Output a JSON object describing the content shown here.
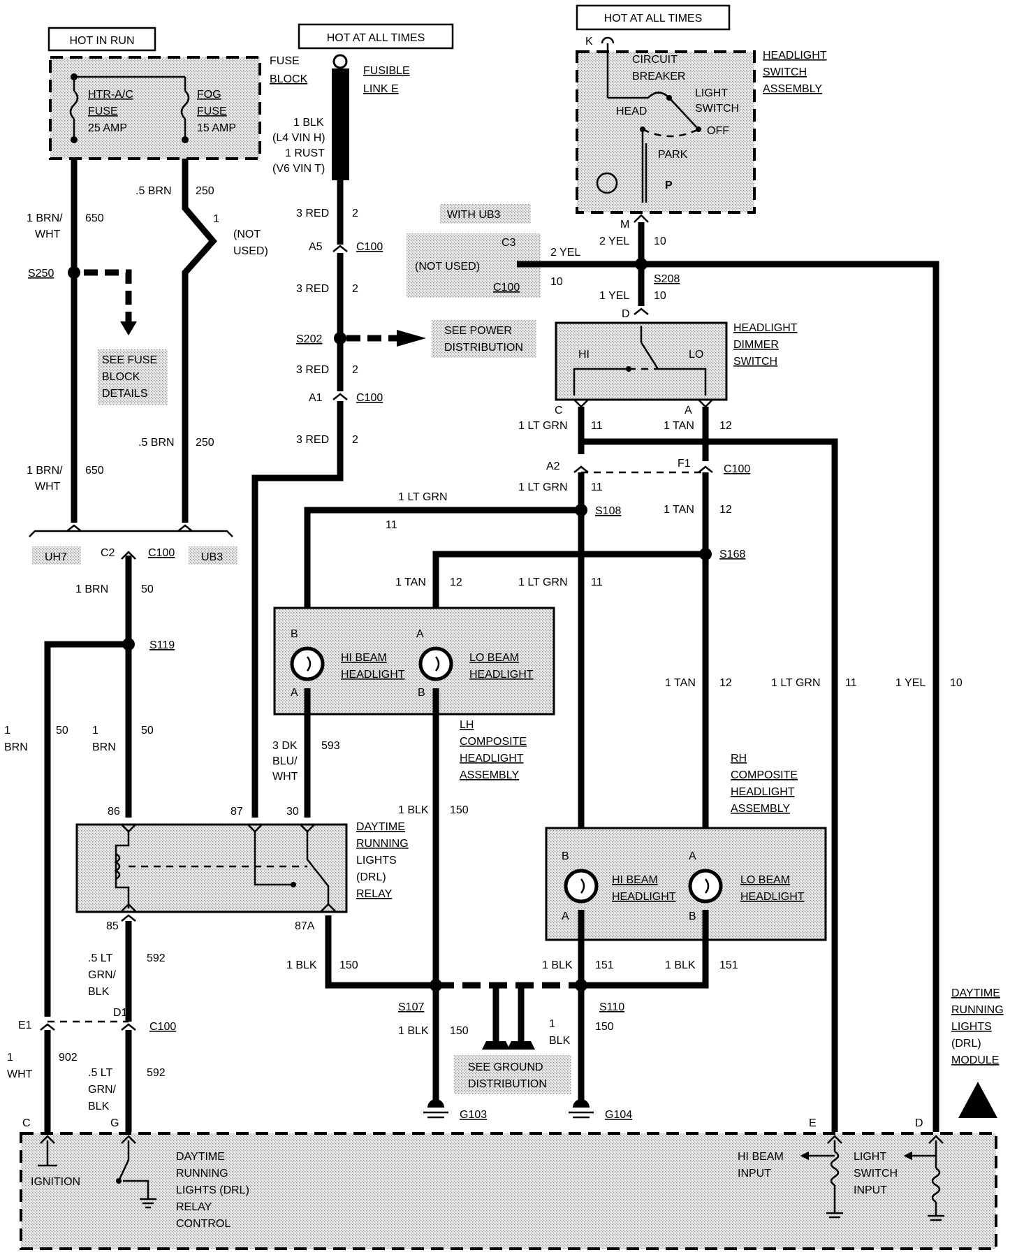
{
  "title_boxes": {
    "hot_in_run": "HOT IN RUN",
    "hot_at_all_times_left": "HOT AT ALL TIMES",
    "hot_at_all_times_right": "HOT AT ALL TIMES"
  },
  "fuse_block": {
    "label": [
      "FUSE",
      "BLOCK"
    ],
    "htr_fuse": [
      "HTR-A/C",
      "FUSE",
      "25 AMP"
    ],
    "fog_fuse": [
      "FOG",
      "FUSE",
      "15 AMP"
    ]
  },
  "fusible_link": {
    "label": [
      "FUSIBLE",
      "LINK E"
    ],
    "wire": [
      "1 BLK",
      "(L4 VIN H)",
      "1 RUST",
      "(V6 VIN T)"
    ]
  },
  "headlight_switch": {
    "label": [
      "HEADLIGHT",
      "SWITCH",
      "ASSEMBLY"
    ],
    "circuit_breaker": [
      "CIRCUIT",
      "BREAKER"
    ],
    "light_switch": [
      "LIGHT",
      "SWITCH"
    ],
    "head": "HEAD",
    "off": "OFF",
    "park": "PARK",
    "pin_k": "K",
    "pin_m": "M",
    "p_symbol": "P"
  },
  "dimmer_switch": {
    "label": [
      "HEADLIGHT",
      "DIMMER",
      "SWITCH"
    ],
    "hi": "HI",
    "lo": "LO",
    "pin_d": "D",
    "pin_c": "C",
    "pin_a": "A"
  },
  "ub3": {
    "with_ub3": "WITH UB3",
    "not_used": "(NOT USED)",
    "c3": "C3",
    "wire": "2 YEL",
    "circuit": "10",
    "conn": "C100"
  },
  "wire_labels": {
    "brn_wht_650_a": [
      "1 BRN/",
      "WHT"
    ],
    "c650_a": "650",
    "brn_5_250_a": ".5 BRN",
    "c250_a": "250",
    "not_used": [
      "(NOT",
      "USED)"
    ],
    "n1": "1",
    "s250": "S250",
    "see_fuse": [
      "SEE FUSE",
      "BLOCK",
      "DETAILS"
    ],
    "brn_5_250_b": ".5 BRN",
    "c250_b": "250",
    "brn_wht_650_b": [
      "1 BRN/",
      "WHT"
    ],
    "c650_b": "650",
    "uh7": "UH7",
    "c2": "C2",
    "c100_a": "C100",
    "ub3": "UB3",
    "red_2_a": "3 RED",
    "c2_a": "2",
    "a5": "A5",
    "c100_b": "C100",
    "red_2_b": "3 RED",
    "c2_b": "2",
    "s202": "S202",
    "see_power": [
      "SEE POWER",
      "DISTRIBUTION"
    ],
    "red_2_c": "3 RED",
    "c2_c": "2",
    "a1": "A1",
    "c100_c": "C100",
    "red_2_d": "3 RED",
    "c2_d": "2",
    "yel_2_10": "2 YEL",
    "c10_a": "10",
    "s208": "S208",
    "yel_1_10": "1 YEL",
    "c10_b": "10",
    "ltgrn_11_a": "1 LT GRN",
    "c11_a": "11",
    "tan_12_a": "1 TAN",
    "c12_a": "12",
    "a2": "A2",
    "f1": "F1",
    "c100_d": "C100",
    "ltgrn_11_b": "1 LT GRN",
    "c11_b": "11",
    "s108": "S108",
    "ltgrn_11_c": "1 LT GRN",
    "c11_c": "11",
    "tan_12_b": "1 TAN",
    "c12_b": "12",
    "s168": "S168",
    "tan_12_c": "1 TAN",
    "c12_c": "12",
    "ltgrn_11_d": "1 LT GRN",
    "c11_d": "11",
    "brn_50_a": "1 BRN",
    "c50_a": "50",
    "s119": "S119",
    "tan_12_d": "1 TAN",
    "c12_d": "12",
    "ltgrn_11_e": "1 LT GRN",
    "c11_e": "11",
    "yel_10_c": "1 YEL",
    "c10_c": "10",
    "brn_50_b": [
      "1",
      "BRN"
    ],
    "c50_b": "50",
    "brn_50_c": [
      "1",
      "BRN"
    ],
    "c50_c": "50",
    "dkblu_593": [
      "3 DK",
      "BLU/",
      "WHT"
    ],
    "c593": "593",
    "blk_150_a": "1 BLK",
    "c150_a": "150",
    "p86": "86",
    "p87": "87",
    "p30": "30",
    "p85": "85",
    "p87a": "87A",
    "ltgrn_592_a": [
      ".5 LT",
      "GRN/",
      "BLK"
    ],
    "c592_a": "592",
    "blk_150_b": "1 BLK",
    "c150_b": "150",
    "blk_151_a": "1 BLK",
    "c151_a": "151",
    "blk_151_b": "1 BLK",
    "c151_b": "151",
    "e1": "E1",
    "d1": "D1",
    "c100_e": "C100",
    "s107": "S107",
    "s110": "S110",
    "blk_150_c": "1 BLK",
    "c150_c": "150",
    "blk_150_d": [
      "1",
      "BLK"
    ],
    "c150_d": "150",
    "wht_902": [
      "1",
      "WHT"
    ],
    "c902": "902",
    "ltgrn_592_b": [
      ".5 LT",
      "GRN/",
      "BLK"
    ],
    "c592_b": "592",
    "see_ground": [
      "SEE GROUND",
      "DISTRIBUTION"
    ],
    "g103": "G103",
    "g104": "G104"
  },
  "lh_headlight": {
    "label": [
      "LH",
      "COMPOSITE",
      "HEADLIGHT",
      "ASSEMBLY"
    ],
    "hi": [
      "HI BEAM",
      "HEADLIGHT"
    ],
    "lo": [
      "LO BEAM",
      "HEADLIGHT"
    ],
    "pin_b1": "B",
    "pin_a1": "A",
    "pin_a2": "A",
    "pin_b2": "B"
  },
  "rh_headlight": {
    "label": [
      "RH",
      "COMPOSITE",
      "HEADLIGHT",
      "ASSEMBLY"
    ],
    "hi": [
      "HI BEAM",
      "HEADLIGHT"
    ],
    "lo": [
      "LO BEAM",
      "HEADLIGHT"
    ],
    "pin_b1": "B",
    "pin_a1": "A",
    "pin_a2": "A",
    "pin_b2": "B"
  },
  "drl_relay": {
    "label": [
      "DAYTIME",
      "RUNNING",
      "LIGHTS",
      "(DRL)",
      "RELAY"
    ]
  },
  "drl_module": {
    "label": [
      "DAYTIME",
      "RUNNING",
      "LIGHTS",
      "(DRL)",
      "MODULE"
    ],
    "ignition": "IGNITION",
    "relay_control": [
      "DAYTIME",
      "RUNNING",
      "LIGHTS (DRL)",
      "RELAY",
      "CONTROL"
    ],
    "hi_beam_input": [
      "HI BEAM",
      "INPUT"
    ],
    "light_switch_input": [
      "LIGHT",
      "SWITCH",
      "INPUT"
    ],
    "pin_c": "C",
    "pin_g": "G",
    "pin_e": "E",
    "pin_d": "D"
  }
}
